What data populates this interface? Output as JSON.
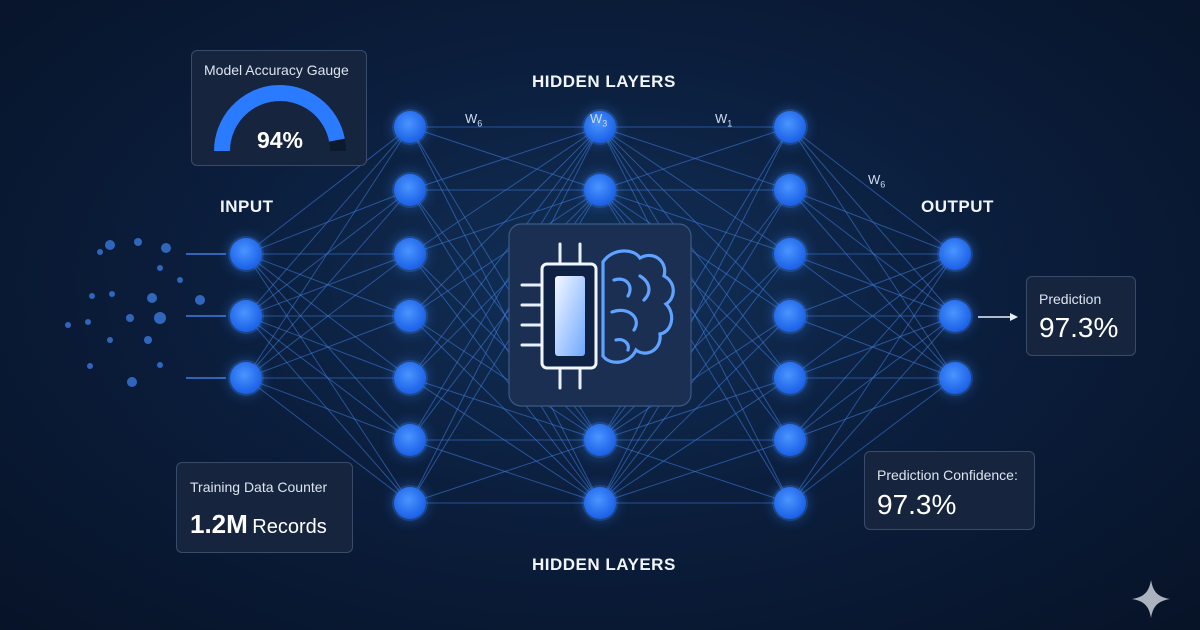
{
  "labels": {
    "input": "INPUT",
    "hidden_top": "HIDDEN LAYERS",
    "hidden_bottom": "HIDDEN LAYERS",
    "output": "OUTPUT"
  },
  "weights": [
    {
      "base": "W",
      "sub": "6"
    },
    {
      "base": "W",
      "sub": "3"
    },
    {
      "base": "W",
      "sub": "1"
    },
    {
      "base": "W",
      "sub": "6"
    }
  ],
  "accuracy_gauge": {
    "title": "Model Accuracy Gauge",
    "value_text": "94%",
    "fraction": 0.94
  },
  "training_counter": {
    "title": "Training Data Counter",
    "value": "1.2M",
    "unit": "Records"
  },
  "prediction": {
    "title": "Prediction",
    "value": "97.3%"
  },
  "confidence": {
    "title": "Prediction Confidence:",
    "value": "97.3%"
  },
  "network": {
    "layer_counts": [
      3,
      7,
      4,
      7,
      3
    ]
  },
  "icons": {
    "center": "chip-brain-icon",
    "corner": "sparkle-icon"
  },
  "colors": {
    "node": "#1f6dff",
    "node_glow": "#3d8bff",
    "edge": "#3f7de0",
    "accent": "#2a7bff"
  }
}
